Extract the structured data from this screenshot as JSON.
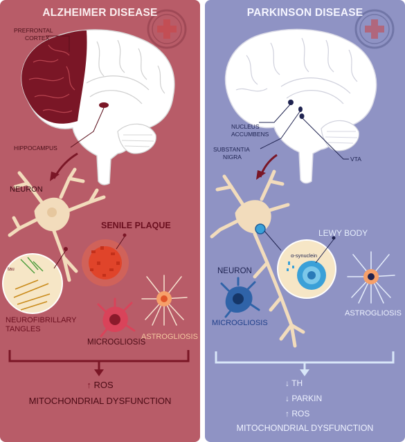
{
  "alzheimer": {
    "title": "ALZHEIMER DISEASE",
    "prefrontal": [
      "PREFRONTAL",
      "CORTEX"
    ],
    "hippocampus": "HIPPOCAMPUS",
    "neuron": "NEURON",
    "senile_plaque": "SENILE PLAQUE",
    "tau": "tau",
    "tangles": [
      "NEUROFIBRILLARY",
      "TANGLES"
    ],
    "microgliosis": "MICROGLIOSIS",
    "astrogliosis": "ASTROGLIOSIS",
    "ros_arrow": "↑",
    "ros": "ROS",
    "mito": "MITOCHONDRIAL DYSFUNCTION"
  },
  "parkinson": {
    "title": "PARKINSON DISEASE",
    "nucleus": [
      "NUCLEUS",
      "ACCUMBENS"
    ],
    "substantia": [
      "SUBSTANTIA",
      "NIGRA"
    ],
    "vta": "VTA",
    "neuron": "NEURON",
    "lewy_body": "LEWY BODY",
    "synuclein": "α-synuclein",
    "microgliosis": "MICROGLIOSIS",
    "astrogliosis": "ASTROGLIOSIS",
    "markers": [
      {
        "arrow": "↓",
        "label": "TH"
      },
      {
        "arrow": "↓",
        "label": "PARKIN"
      },
      {
        "arrow": "↑",
        "label": "ROS"
      }
    ],
    "mito": "MITOCHONDRIAL DYSFUNCTION"
  },
  "colors": {
    "alz_panel": "#b85c68",
    "pd_panel": "#8f93c4",
    "brain_highlight": "#7a1626",
    "neuron": "#f2dcbc",
    "plaque": "#e0442a",
    "lewy_body": "#3aa0d8"
  },
  "icons": [
    "seal-logo",
    "brain-illustration",
    "neuron-illustration",
    "microglia-cell",
    "astrocyte-cell"
  ]
}
